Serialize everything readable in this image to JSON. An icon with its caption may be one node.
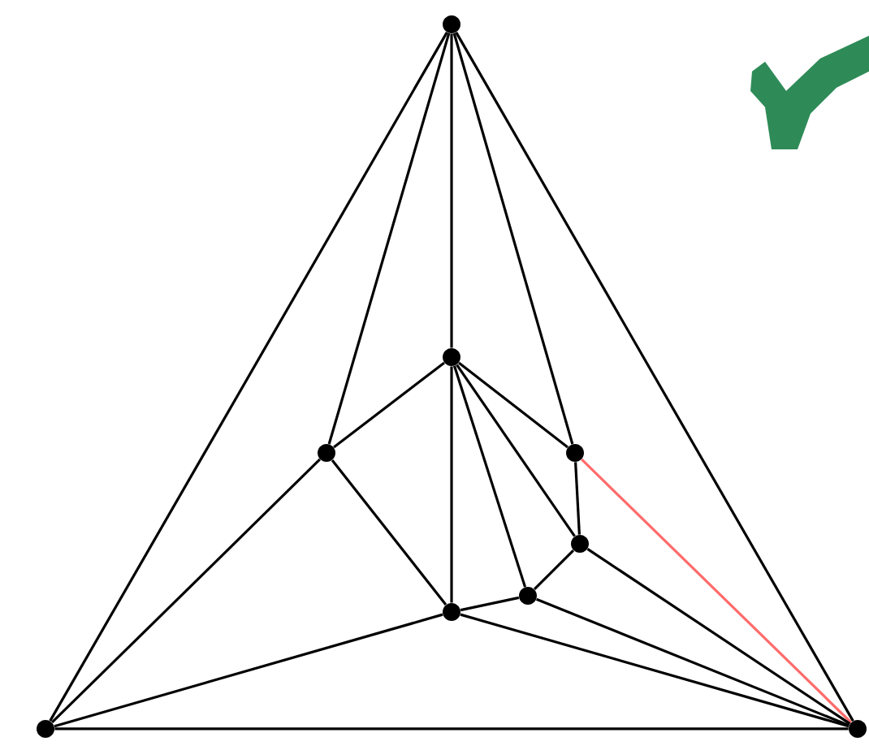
{
  "diagram": {
    "nodes": [
      {
        "text": [],
        "shape": "circle"
      },
      {
        "text": [],
        "shape": "circle"
      },
      {
        "text": [],
        "shape": "circle"
      },
      {
        "text": [],
        "shape": "circle"
      },
      {
        "text": [],
        "shape": "circle"
      },
      {
        "text": [],
        "shape": "circle"
      },
      {
        "text": [],
        "shape": "circle"
      },
      {
        "text": [],
        "shape": "circle"
      },
      {
        "text": [],
        "shape": "circle"
      }
    ],
    "edges": [
      {
        "from": 0,
        "to": 7,
        "arrow": "none"
      },
      {
        "from": 0,
        "to": 8,
        "arrow": "none"
      },
      {
        "from": 0,
        "to": 2,
        "arrow": "none"
      },
      {
        "from": 0,
        "to": 1,
        "arrow": "none"
      },
      {
        "from": 0,
        "to": 3,
        "arrow": "none"
      },
      {
        "from": 1,
        "to": 2,
        "arrow": "none"
      },
      {
        "from": 1,
        "to": 3,
        "arrow": "none"
      },
      {
        "from": 1,
        "to": 6,
        "arrow": "none"
      },
      {
        "from": 1,
        "to": 5,
        "arrow": "none"
      },
      {
        "from": 1,
        "to": 4,
        "arrow": "none"
      },
      {
        "from": 2,
        "to": 7,
        "arrow": "none"
      },
      {
        "from": 2,
        "to": 6,
        "arrow": "none"
      },
      {
        "from": 3,
        "to": 4,
        "arrow": "none"
      },
      {
        "from": 3,
        "to": 8,
        "arrow": "none",
        "color": "#ff6b6b"
      },
      {
        "from": 4,
        "to": 5,
        "arrow": "none"
      },
      {
        "from": 4,
        "to": 8,
        "arrow": "none"
      },
      {
        "from": 5,
        "to": 6,
        "arrow": "none"
      },
      {
        "from": 5,
        "to": 8,
        "arrow": "none"
      },
      {
        "from": 6,
        "to": 7,
        "arrow": "none"
      },
      {
        "from": 6,
        "to": 8,
        "arrow": "none"
      },
      {
        "from": 7,
        "to": 8,
        "arrow": "none"
      }
    ]
  }
}
